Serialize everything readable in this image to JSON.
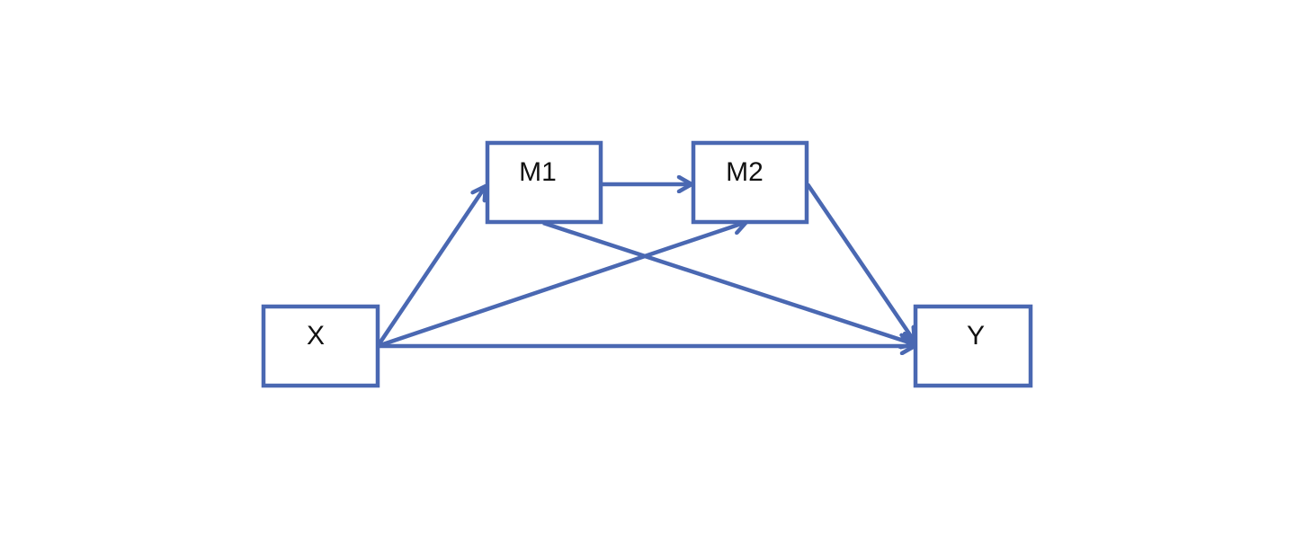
{
  "colors": {
    "stroke": "#4a68b2",
    "background": "#ffffff",
    "text": "#111111"
  },
  "nodes": {
    "x": {
      "label": "X"
    },
    "m1": {
      "label": "M1"
    },
    "m2": {
      "label": "M2"
    },
    "y": {
      "label": "Y"
    }
  },
  "edges": [
    {
      "from": "X",
      "to": "M1"
    },
    {
      "from": "X",
      "to": "M2"
    },
    {
      "from": "X",
      "to": "Y"
    },
    {
      "from": "M1",
      "to": "M2"
    },
    {
      "from": "M1",
      "to": "Y"
    },
    {
      "from": "M2",
      "to": "Y"
    }
  ]
}
